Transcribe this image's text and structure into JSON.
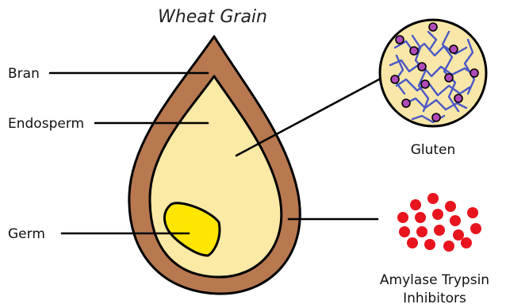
{
  "title": "Wheat Grain",
  "labels": {
    "bran": "Bran",
    "endosperm": "Endosperm",
    "germ": "Germ",
    "gluten": "Gluten",
    "ati_line1": "Amylase Trypsin",
    "ati_line2": "Inhibitors"
  },
  "colors": {
    "bran": "#b87850",
    "endosperm": "#fbe9a6",
    "germ": "#ffe600",
    "gluten_bg": "#f8e7a8",
    "gluten_strand": "#4a58c8",
    "gluten_dot": "#b04ab8",
    "ati_dot": "#e8141e"
  }
}
